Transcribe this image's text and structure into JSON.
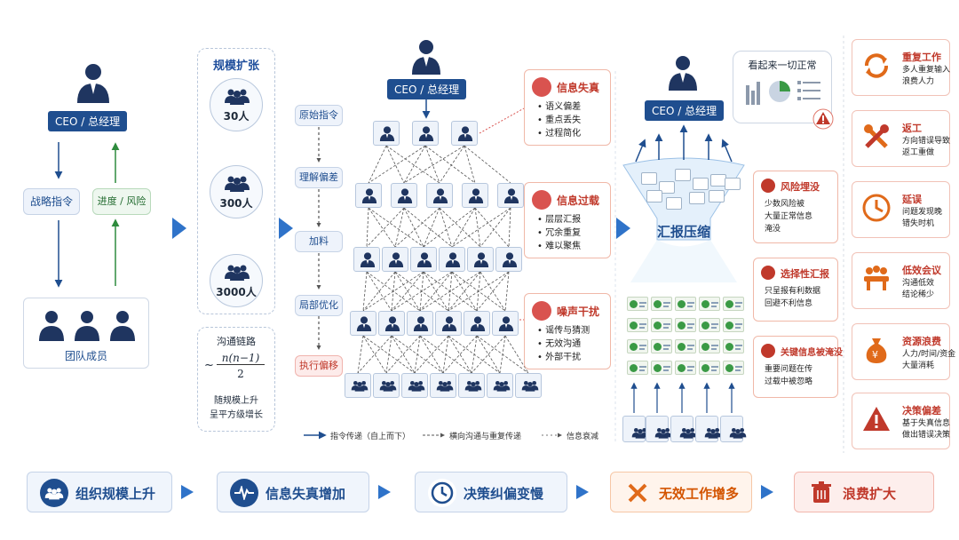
{
  "col1": {
    "ceo_label": "CEO / 总经理",
    "down_label": "战略指令",
    "up_label": "进度 / 风险",
    "team_label": "团队成员"
  },
  "col2": {
    "title": "规模扩张",
    "sizes": [
      "30人",
      "300人",
      "3000人"
    ],
    "formula_title": "沟通链路",
    "formula_prefix": "~",
    "formula_num": "n(n−1)",
    "formula_den": "2",
    "formula_note1": "随规模上升",
    "formula_note2": "呈平方级增长"
  },
  "col3": {
    "steps": [
      "原始指令",
      "理解偏差",
      "加料",
      "局部优化",
      "执行偏移"
    ],
    "ceo_label": "CEO / 总经理",
    "legend": [
      "指令传递（自上而下）",
      "横向沟通与重复传递",
      "信息衰减"
    ]
  },
  "issues": [
    {
      "title": "信息失真",
      "items": [
        "语义偏差",
        "重点丢失",
        "过程简化"
      ]
    },
    {
      "title": "信息过载",
      "items": [
        "层层汇报",
        "冗余重复",
        "难以聚焦"
      ]
    },
    {
      "title": "噪声干扰",
      "items": [
        "谣传与猜测",
        "无效沟通",
        "外部干扰"
      ]
    }
  ],
  "col4": {
    "ceo_label": "CEO / 总经理",
    "bubble": "看起来一切正常",
    "funnel_label": "汇报压缩"
  },
  "risks": [
    {
      "title": "风险埋没",
      "lines": [
        "少数风险被",
        "大量正常信息",
        "淹没"
      ]
    },
    {
      "title": "选择性汇报",
      "lines": [
        "只呈报有利数据",
        "回避不利信息"
      ]
    },
    {
      "title": "关键信息被淹没",
      "lines": [
        "重要问题在传",
        "过载中被忽略"
      ]
    }
  ],
  "effects": [
    {
      "title": "重复工作",
      "lines": [
        "多人重复输入",
        "浪费人力"
      ],
      "icon": "refresh-icon"
    },
    {
      "title": "返工",
      "lines": [
        "方向错误导致",
        "返工重做"
      ],
      "icon": "tools-icon"
    },
    {
      "title": "延误",
      "lines": [
        "问题发现晚",
        "错失时机"
      ],
      "icon": "clock-icon"
    },
    {
      "title": "低效会议",
      "lines": [
        "沟通低效",
        "结论稀少"
      ],
      "icon": "meeting-icon"
    },
    {
      "title": "资源浪费",
      "lines": [
        "人力/时间/资金",
        "大量消耗"
      ],
      "icon": "money-bag-icon"
    },
    {
      "title": "决策偏差",
      "lines": [
        "基于失真信息",
        "做出错误决策"
      ],
      "icon": "warning-icon"
    }
  ],
  "flow": [
    "组织规模上升",
    "信息失真增加",
    "决策纠偏变慢",
    "无效工作增多",
    "浪费扩大"
  ],
  "colors": {
    "primary": "#1f4e8f",
    "accent": "#2f73c9",
    "danger": "#c0392b",
    "green": "#3a9a45",
    "orange": "#e06a1a"
  }
}
